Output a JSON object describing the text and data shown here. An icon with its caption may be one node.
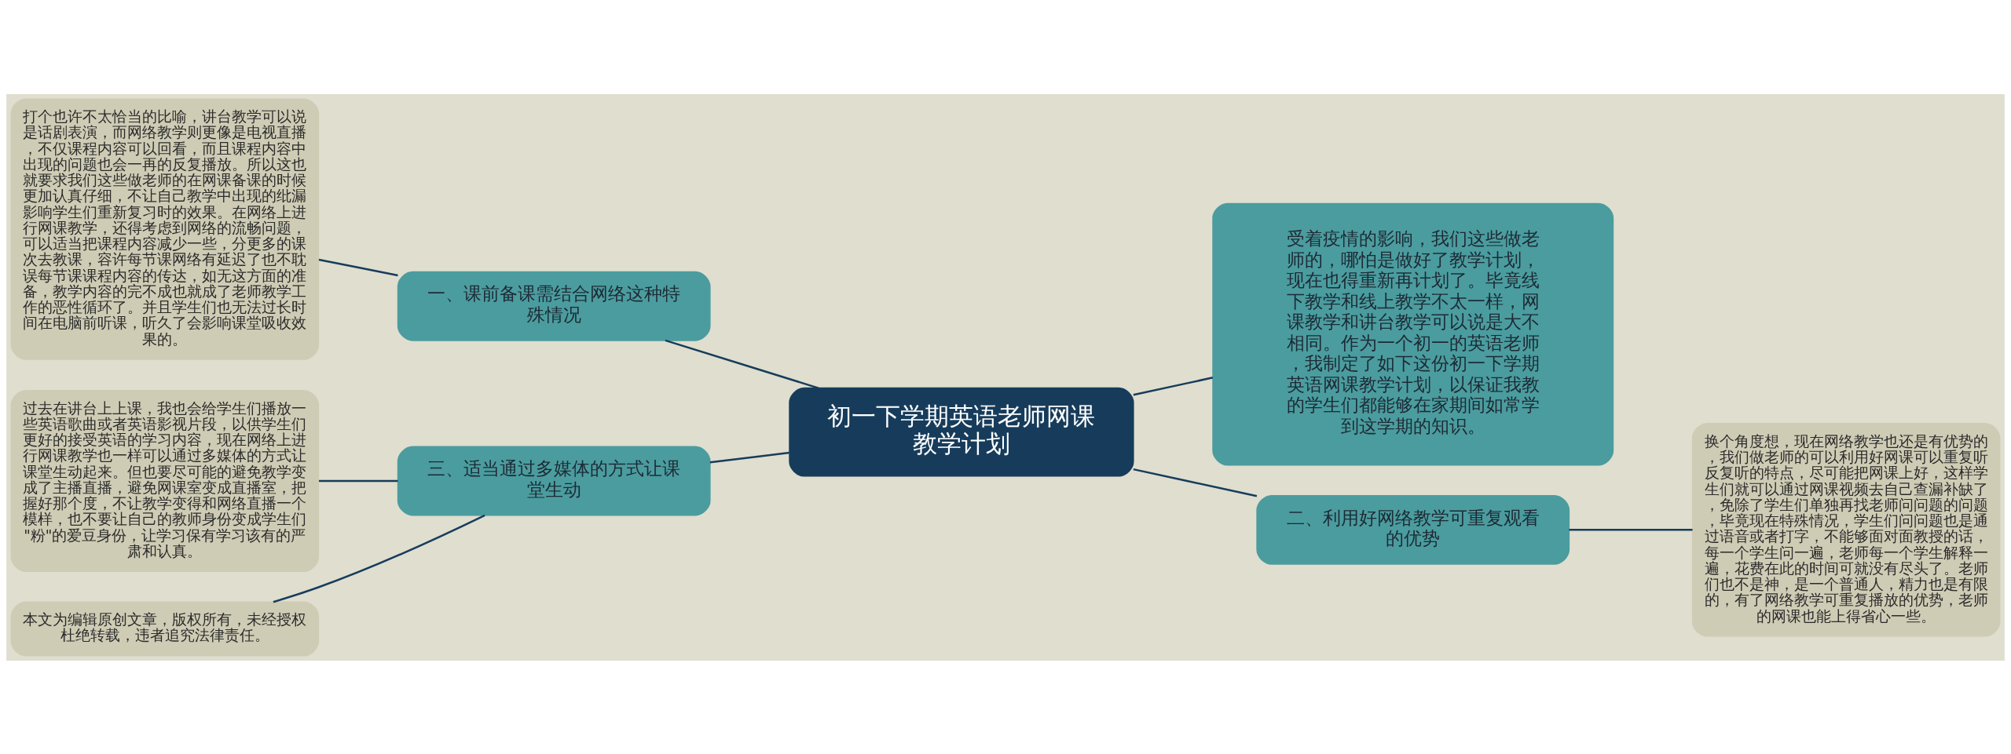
{
  "diagram": {
    "nodes": [
      {
        "text": [
          "初一下学期英语老师网课教学计划"
        ]
      },
      {
        "text": [
          "一、课前备课需结合网络这种特殊情况"
        ]
      },
      {
        "text": [
          "打个也许不太恰当的比喻，讲台教学可以说是话剧表演，而网络教学则更像是电视直播，不仅课程内容可以回看，而且课程内容中出现的问题也会一再的反复播放。所以这也就要求我们这些做老师的在网课备课的时候更加认真仔细，不让自己教学中出现的纰漏影响学生们重新复习时的效果。在网络上进行网课教学，还得考虑到网络的流畅问题，可以适当把课程内容减少一些，分更多的课次去教课，容许每节课网络有延迟了也不耽误每节课课程内容的传达，如无这方面的准备，教学内容的完不成也就成了老师教学工作的恶性循环了。并且学生们也无法过长时间在电脑前听课，听久了会影响课堂吸收效果的。"
        ]
      },
      {
        "text": [
          "受着疫情的影响，我们这些做老师的，哪怕是做好了教学计划，现在也得重新再计划了。毕竟线下教学和线上教学不太一样，网课教学和讲台教学可以说是大不相同。作为一个初一的英语老师，我制定了如下这份初一下学期英语网课教学计划，以保证我教的学生们都能够在家期间如常学到这学期的知识。"
        ]
      },
      {
        "text": [
          "二、利用好网络教学可重复观看的优势"
        ]
      },
      {
        "text": [
          "换个角度想，现在网络教学也还是有优势的，我们做老师的可以利用好网课可以重复听反复听的特点，尽可能把网课上好，这样学生们就可以通过网课视频去自己查漏补缺了，免除了学生们单独再找老师问问题的问题，毕竟现在特殊情况，学生们问问题也是通过语音或者打字，不能够面对面教授的话，每一个学生问一遍，老师每一个学生解释一遍，花费在此的时间可就没有尽头了。老师们也不是神，是一个普通人，精力也是有限的，有了网络教学可重复播放的优势，老师的网课也能上得省心一些。"
        ]
      },
      {
        "text": [
          "三、适当通过多媒体的方式让课堂生动"
        ]
      },
      {
        "text": [
          "过去在讲台上上课，我也会给学生们播放一些英语歌曲或者英语影视片段，以供学生们更好的接受英语的学习内容，现在网络上进行网课教学也一样可以通过多媒体的方式让课堂生动起来。但也要尽可能的避免教学变成了主播直播，避免网课室变成直播室，把握好那个度，不让教学变得和网络直播一个模样，也不要让自己的教师身份变成学生们\"粉\"的爱豆身份，让学习保有学习该有的严肃和认真。"
        ]
      },
      {
        "text": [
          "本文为编辑原创文章，版权所有，未经授权杜绝转载，违者追究法律责任。"
        ]
      }
    ],
    "edges": [
      {
        "from": 0,
        "to": 1,
        "arrow": "none"
      },
      {
        "from": 1,
        "to": 2,
        "arrow": "none"
      },
      {
        "from": 0,
        "to": 3,
        "arrow": "none"
      },
      {
        "from": 0,
        "to": 4,
        "arrow": "none"
      },
      {
        "from": 4,
        "to": 5,
        "arrow": "none"
      },
      {
        "from": 0,
        "to": 6,
        "arrow": "none"
      },
      {
        "from": 6,
        "to": 7,
        "arrow": "none"
      },
      {
        "from": 6,
        "to": 8,
        "arrow": "none"
      }
    ]
  }
}
